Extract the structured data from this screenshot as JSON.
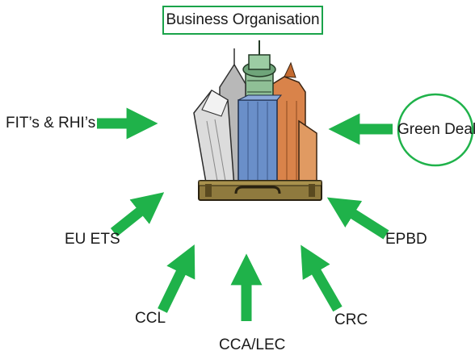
{
  "title": "Business Organisation",
  "colors": {
    "arrow": "#1fb24a",
    "box_border": "#1aa34a",
    "text": "#1a1a1a"
  },
  "center_image": "city-in-briefcase",
  "inputs": [
    {
      "id": "fits",
      "label": "FIT’s & RHI’s"
    },
    {
      "id": "green-deal",
      "label": "Green Deal"
    },
    {
      "id": "eu-ets",
      "label": "EU ETS"
    },
    {
      "id": "epbd",
      "label": "EPBD"
    },
    {
      "id": "ccl",
      "label": "CCL"
    },
    {
      "id": "cca",
      "label": "CCA/LEC"
    },
    {
      "id": "crc",
      "label": "CRC"
    }
  ]
}
